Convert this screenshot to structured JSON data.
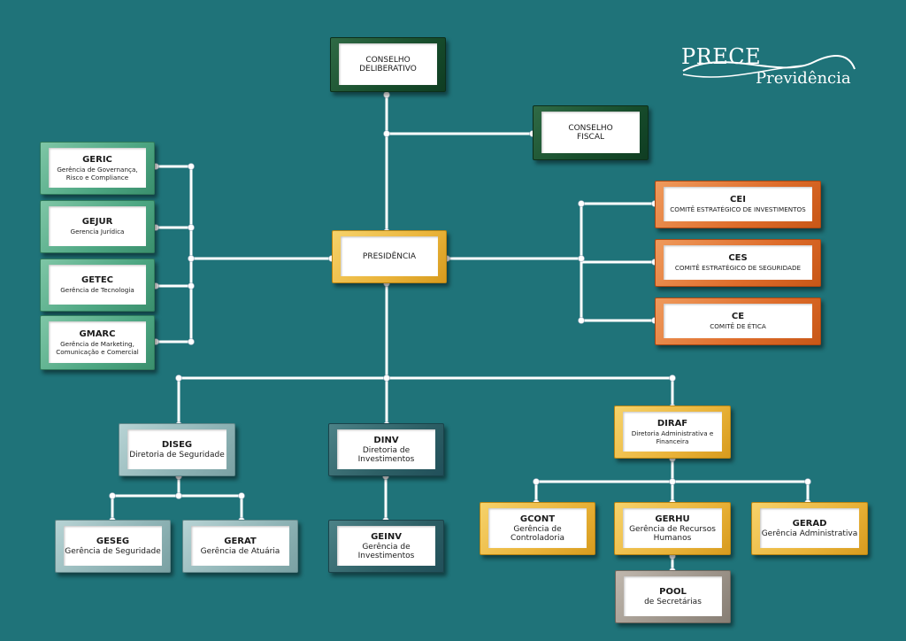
{
  "nodes": {
    "conselho_deliberativo": {
      "abbr": "CONSELHO",
      "full": "DELIBERATIVO"
    },
    "conselho_fiscal": {
      "abbr": "CONSELHO",
      "full": "FISCAL"
    },
    "presidencia": {
      "abbr": "PRESIDÊNCIA",
      "full": ""
    },
    "geric": {
      "abbr": "GERIC",
      "full": "Gerência de Governança, Risco e Compliance"
    },
    "gejur": {
      "abbr": "GEJUR",
      "full": "Gerencia Jurídica"
    },
    "getec": {
      "abbr": "GETEC",
      "full": "Gerência de Tecnologia"
    },
    "gmarc": {
      "abbr": "GMARC",
      "full": "Gerência de Marketing, Comunicação e Comercial"
    },
    "cei": {
      "abbr": "CEI",
      "full": "COMITÊ ESTRATÉGICO DE INVESTIMENTOS"
    },
    "ces": {
      "abbr": "CES",
      "full": "COMITÊ ESTRATÉGICO DE SEGURIDADE"
    },
    "ce": {
      "abbr": "CE",
      "full": "COMITÊ DE ÉTICA"
    },
    "diseg": {
      "abbr": "DISEG",
      "full": "Diretoria de Seguridade"
    },
    "dinv": {
      "abbr": "DINV",
      "full": "Diretoria de Investimentos"
    },
    "diraf": {
      "abbr": "DIRAF",
      "full": "Diretoria Administrativa e Financeira"
    },
    "geseg": {
      "abbr": "GESEG",
      "full": "Gerência de Seguridade"
    },
    "gerat": {
      "abbr": "GERAT",
      "full": "Gerência de Atuária"
    },
    "geinv": {
      "abbr": "GEINV",
      "full": "Gerência de Investimentos"
    },
    "gcont": {
      "abbr": "GCONT",
      "full": "Gerência de Controladoria"
    },
    "gerhu": {
      "abbr": "GERHU",
      "full": "Gerência de Recursos Humanos"
    },
    "gerad": {
      "abbr": "GERAD",
      "full": "Gerência Administrativa"
    },
    "pool": {
      "abbr": "POOL",
      "full": "de Secretárias"
    }
  },
  "logo": {
    "line1": "PRECE",
    "line2": "Previdência"
  },
  "colors": {
    "background": "#1f7379",
    "connector": "#ffffff",
    "dark_green": "#174d2c",
    "light_green": "#4ea783",
    "orange": "#de6c2a",
    "yellow": "#eab43a",
    "light_blue": "#8fb4b6",
    "dark_teal": "#2d5f65",
    "grey": "#9d948a"
  }
}
